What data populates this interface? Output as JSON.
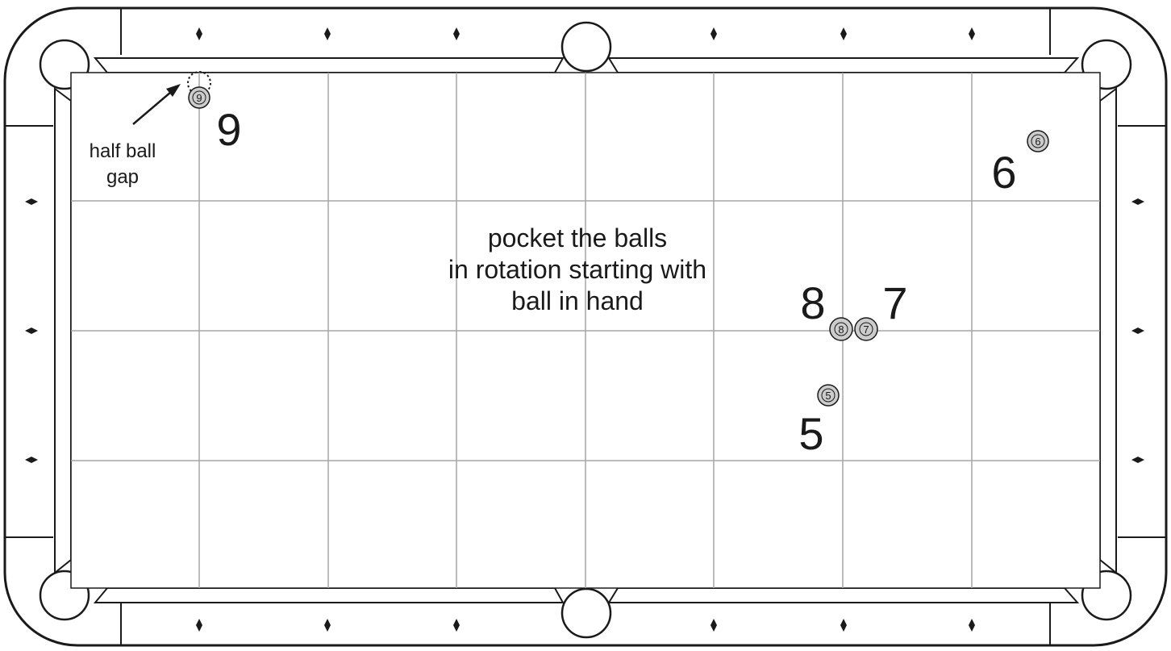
{
  "caption": {
    "line1": "pocket the balls",
    "line2": "in rotation starting with",
    "line3": "ball in hand"
  },
  "annotation": {
    "line1": "half ball",
    "line2": "gap"
  },
  "balls": [
    {
      "number": "9",
      "label": "9"
    },
    {
      "number": "6",
      "label": "6"
    },
    {
      "number": "8",
      "label": "8"
    },
    {
      "number": "7",
      "label": "7"
    },
    {
      "number": "5",
      "label": "5"
    }
  ],
  "colors": {
    "ball_fill": "#cccccc",
    "line": "#1a1a1a",
    "grid": "#a6a6a6",
    "cloth": "#ffffff"
  }
}
